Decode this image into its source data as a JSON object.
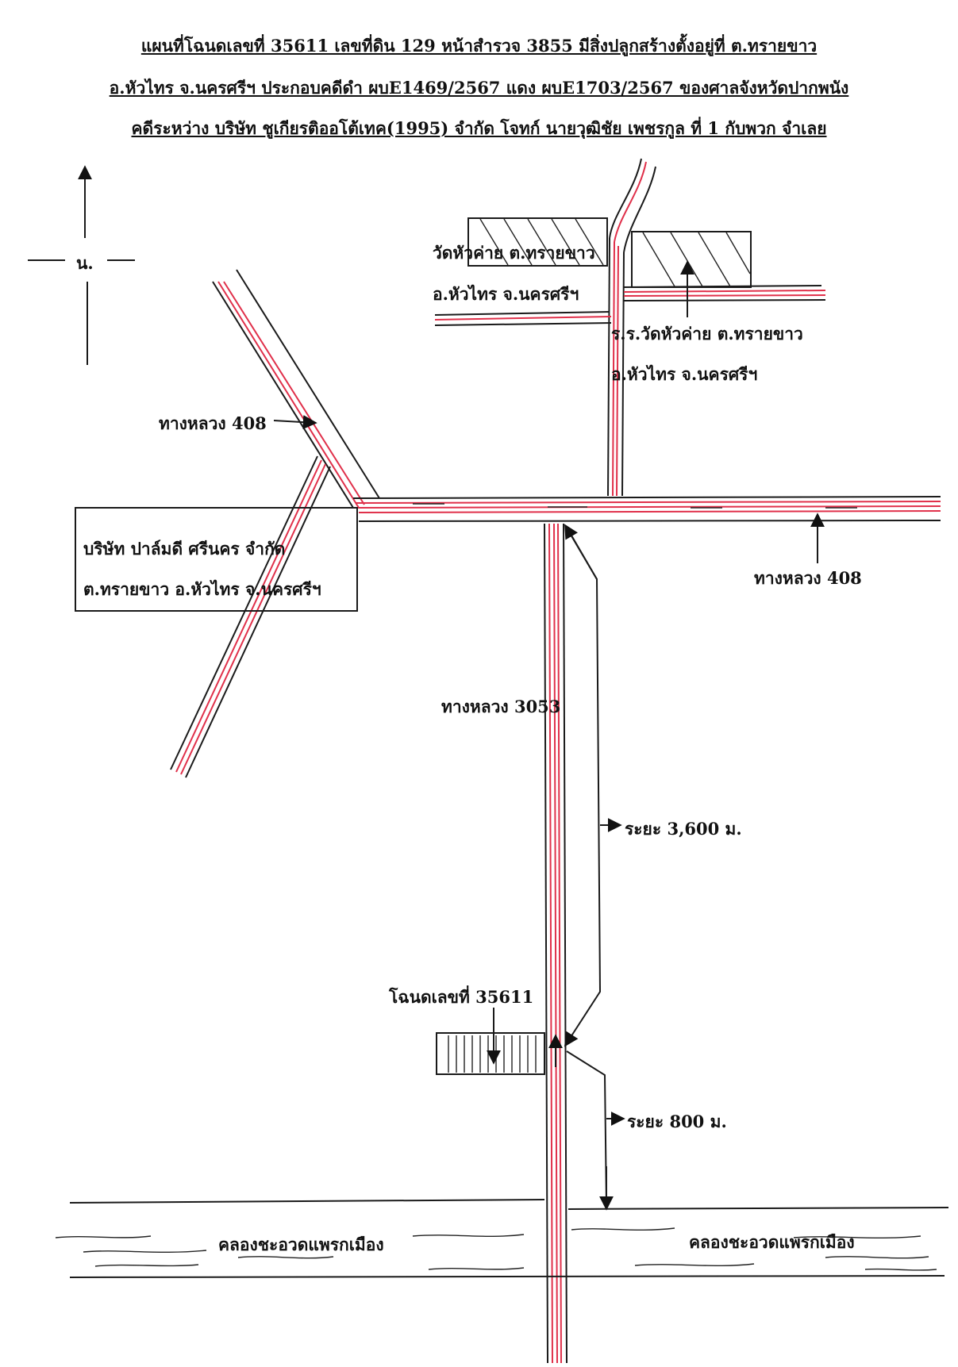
{
  "header": {
    "line1": "แผนที่โฉนดเลขที่ 35611 เลขที่ดิน 129 หน้าสำรวจ 3855 มีสิ่งปลูกสร้างตั้งอยู่ที่ ต.ทรายขาว",
    "line2": "อ.หัวไทร จ.นครศรีฯ ประกอบคดีดำ ผบE1469/2567 แดง ผบE1703/2567 ของศาลจังหวัดปากพนัง",
    "line3": "คดีระหว่าง บริษัท ชูเกียรติออโต้เทค(1995) จำกัด โจทก์ นายวุฒิชัย  เพชรกูล ที่ 1 กับพวก  จำเลย"
  },
  "compass": {
    "north_label": "น."
  },
  "labels": {
    "temple_line1": "วัดหัวค่าย ต.ทรายขาว",
    "temple_line2": "อ.หัวไทร จ.นครศรีฯ",
    "school_line1": "ร.ร.วัดหัวค่าย ต.ทรายขาว",
    "school_line2": "อ.หัวไทร จ.นครศรีฯ",
    "highway_408_left": "ทางหลวง 408",
    "highway_408_right": "ทางหลวง 408",
    "company_line1": "บริษัท ปาล์มดี ศรีนคร จำกัด",
    "company_line2": "ต.ทรายขาว อ.หัวไทร จ.นครศรีฯ",
    "highway_3053": "ทางหลวง 3053",
    "distance_1": "ระยะ 3,600 ม.",
    "distance_2": "ระยะ 800 ม.",
    "deed": "โฉนดเลขที่ 35611",
    "canal_left": "คลองชะอวดแพรกเมือง",
    "canal_right": "คลองชะอวดแพรกเมือง"
  },
  "colors": {
    "road_outline": "#1a1a1a",
    "road_fill": "#e0304a",
    "ink": "#111111"
  }
}
